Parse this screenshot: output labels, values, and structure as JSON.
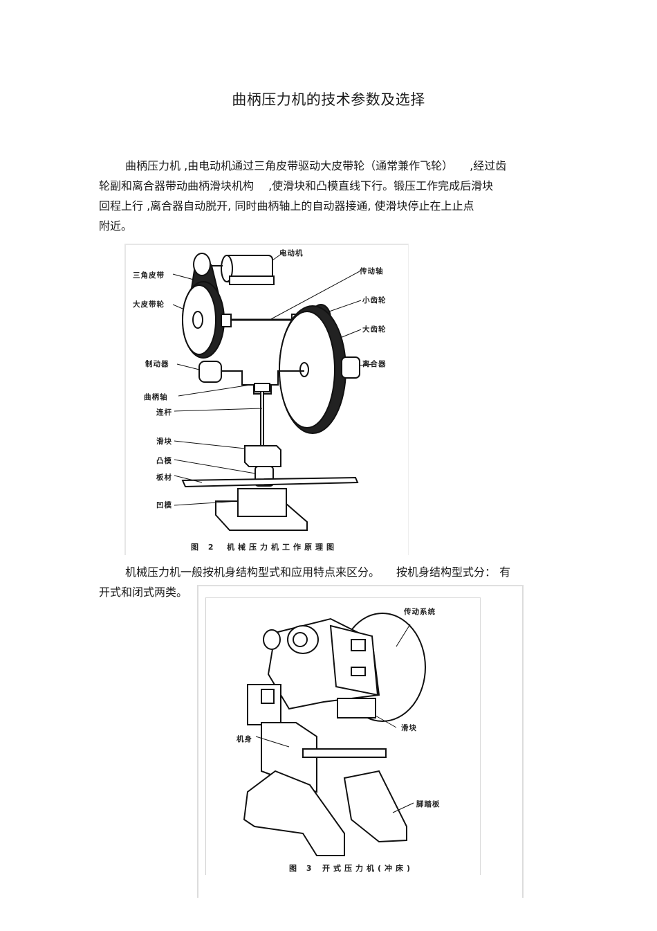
{
  "document": {
    "title": "曲柄压力机的技术参数及选择",
    "paragraph1": {
      "lines": [
        "曲柄压力机 ,由电动机通过三角皮带驱动大皮带轮（通常兼作飞轮）　　,经过齿",
        "轮副和离合器带动曲柄滑块机构　 ,使滑块和凸模直线下行。锻压工作完成后滑块",
        "回程上行 ,离合器自动脱开, 同时曲柄轴上的自动器接通, 使滑块停止在上止点",
        "附近。"
      ]
    },
    "figure2": {
      "caption_num": "图 2",
      "caption_text": "机械压力机工作原理图",
      "labels": {
        "motor": "电动机",
        "v_belt": "三角皮带",
        "drive_shaft": "传动轴",
        "large_pulley": "大皮带轮",
        "small_gear": "小齿轮",
        "large_gear": "大齿轮",
        "brake": "制动器",
        "clutch": "离合器",
        "crankshaft": "曲柄轴",
        "connecting_rod": "连杆",
        "slider": "滑块",
        "punch": "凸模",
        "sheet": "板材",
        "die": "凹模"
      }
    },
    "paragraph2": {
      "lines": [
        "机械压力机一般按机身结构型式和应用特点来区分。　　按机身结构型式分：  有",
        "开式和闭式两类。"
      ]
    },
    "figure3": {
      "caption_num": "图 3",
      "caption_text": "开式压力机(冲床)",
      "labels": {
        "transmission": "传动系统",
        "slider": "滑块",
        "body": "机身",
        "pedal": "脚踏板"
      }
    }
  }
}
